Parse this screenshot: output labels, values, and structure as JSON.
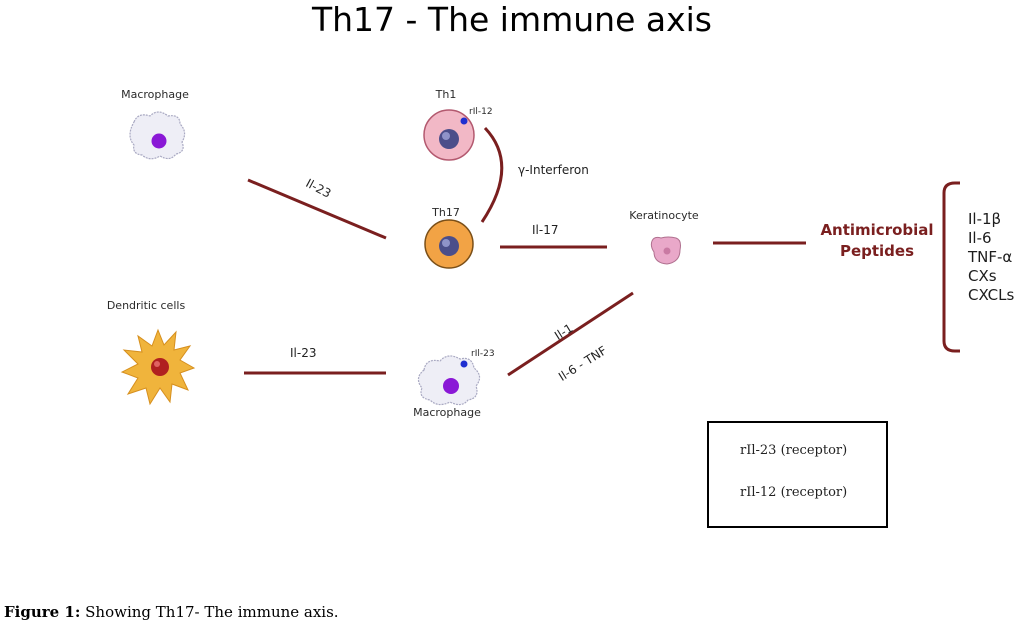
{
  "title": "Th17 - The immune axis",
  "cells": {
    "macrophage_top": "Macrophage",
    "th1": "Th1",
    "th1_receptor": "rIl-12",
    "th17": "Th17",
    "keratinocyte": "Keratinocyte",
    "dendritic": "Dendritic cells",
    "macrophage_bottom": "Macrophage",
    "macrophage_receptor": "rIl-23"
  },
  "links": {
    "il23_top": "Il-23",
    "gamma_interferon": "γ-Interferon",
    "il17": "Il-17",
    "il23_bottom": "Il-23",
    "il1": "Il-1",
    "il6_tnf": "Il-6 - TNF"
  },
  "output": {
    "amp_line1": "Antimicrobial",
    "amp_line2": "Peptides",
    "cytokines": [
      "Il-1β",
      "Il-6",
      "TNF-α",
      "CXs",
      "CXCLs"
    ]
  },
  "legend": {
    "row1": "rIl-23 (receptor)",
    "row2": "rIl-12 (receptor)"
  },
  "caption": {
    "label": "Figure 1:",
    "text": " Showing Th17- The immune axis."
  },
  "colors": {
    "line": "#7a1f1f",
    "th1_fill": "#f2b8c6",
    "th17_fill": "#f2a345",
    "nucleus": "#4b4e8a",
    "macrophage_nucleus": "#8a18d6",
    "dendritic_fill": "#f0b43c",
    "dendritic_nucleus": "#b02020",
    "keratinocyte_fill": "#e9a8c9",
    "receptor_dot": "#1f2fd0"
  }
}
